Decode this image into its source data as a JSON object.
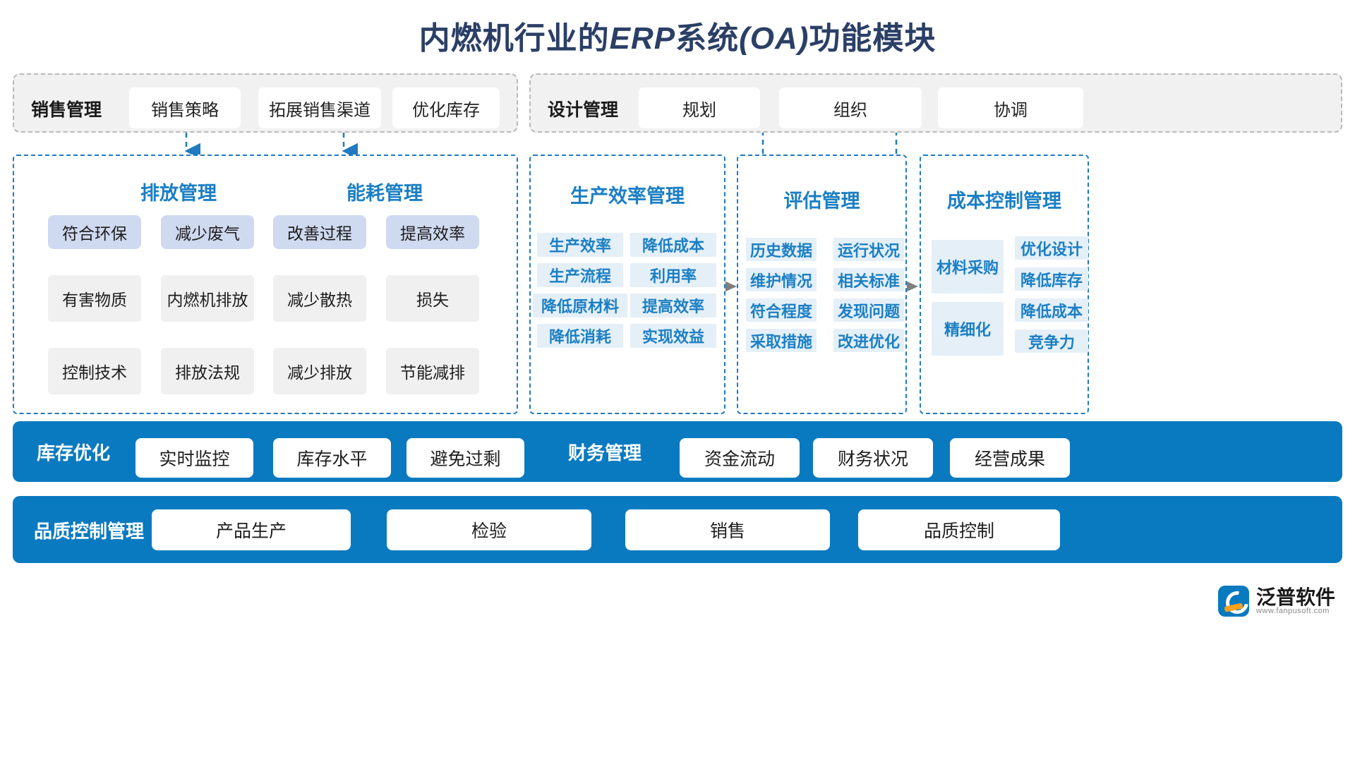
{
  "title": {
    "pre": "内燃机行业的",
    "lat": "ERP",
    "mid": "系统",
    "lat2": "(OA)",
    "post": "功能模块",
    "color": "#2b3f66"
  },
  "colors": {
    "accent_blue": "#1b7fc4",
    "bar_blue": "#0a7ac0",
    "chip_lavender": "#cfd9ef",
    "chip_gray": "#f0f0f0",
    "chip_lightblue": "#e4eff8",
    "panel_gray_bg": "#f1f1f1",
    "panel_gray_border": "#b9b9b9",
    "panel_blue_border": "#1f7ac0",
    "title_navy": "#2b3f66"
  },
  "sales_management": {
    "label": "销售管理",
    "items": [
      "销售策略",
      "拓展销售渠道",
      "优化库存"
    ]
  },
  "design_management": {
    "label": "设计管理",
    "items": [
      "规划",
      "组织",
      "协调"
    ]
  },
  "emission_management": {
    "title": "排放管理",
    "rows": [
      [
        "符合环保",
        "减少废气"
      ],
      [
        "有害物质",
        "内燃机排放"
      ],
      [
        "控制技术",
        "排放法规"
      ]
    ]
  },
  "energy_management": {
    "title": "能耗管理",
    "rows": [
      [
        "改善过程",
        "提高效率"
      ],
      [
        "减少散热",
        "损失"
      ],
      [
        "减少排放",
        "节能减排"
      ]
    ]
  },
  "production_efficiency": {
    "title": "生产效率管理",
    "col_left": [
      "生产效率",
      "生产流程",
      "降低原材料",
      "降低消耗"
    ],
    "col_right": [
      "降低成本",
      "利用率",
      "提高效率",
      "实现效益"
    ]
  },
  "evaluation_management": {
    "title": "评估管理",
    "col_left": [
      "历史数据",
      "维护情况",
      "符合程度",
      "采取措施"
    ],
    "col_right": [
      "运行状况",
      "相关标准",
      "发现问题",
      "改进优化"
    ]
  },
  "cost_control": {
    "title": "成本控制管理",
    "col_left": [
      "材料采购",
      "精细化"
    ],
    "col_right": [
      "优化设计",
      "降低库存",
      "降低成本",
      "竞争力"
    ]
  },
  "inventory_bar": {
    "label": "库存优化",
    "items": [
      "实时监控",
      "库存水平",
      "避免过剩"
    ]
  },
  "finance_bar": {
    "label": "财务管理",
    "items": [
      "资金流动",
      "财务状况",
      "经营成果"
    ]
  },
  "quality_bar": {
    "label": "品质控制管理",
    "items": [
      "产品生产",
      "检验",
      "销售",
      "品质控制"
    ]
  },
  "watermark": {
    "text": "泛普软件",
    "sub": "FANPUSOFT"
  },
  "brand": {
    "name": "泛普软件",
    "url": "www.fanpusoft.com"
  }
}
